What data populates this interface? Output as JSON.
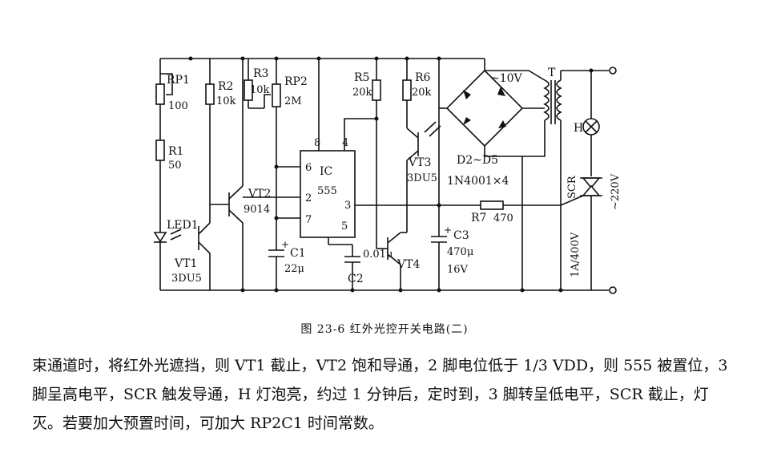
{
  "figure": {
    "caption": "图 23-6  红外光控开关电路(二)",
    "labels": {
      "rp1": "RP1",
      "rp1_val": "100",
      "r1": "R1",
      "r1_val": "50",
      "r2": "R2",
      "r2_val": "10k",
      "r3": "R3",
      "r3_val": "10k",
      "rp2": "RP2",
      "rp2_val": "2M",
      "r5": "R5",
      "r5_val": "20k",
      "r6": "R6",
      "r6_val": "20k",
      "led1": "LED1",
      "vt1": "VT1",
      "vt1_type": "3DU5",
      "vt2": "VT2",
      "vt2_type": "9014",
      "c1": "C1",
      "c1_val": "22μ",
      "ic": "IC",
      "ic_type": "555",
      "pin8": "8",
      "pin4": "4",
      "pin6": "6",
      "pin2": "2",
      "pin7": "7",
      "pin5": "5",
      "pin3": "3",
      "c2": "C2",
      "c2_val": "0.01μ",
      "vt4": "VT4",
      "vt3": "VT3",
      "vt3_type": "3DU5",
      "c3": "C3",
      "c3_val": "470μ",
      "c3_volt": "16V",
      "r7": "R7",
      "r7_val": "470",
      "bridge": "D2~D5",
      "bridge_type": "1N4001×4",
      "ac10": "~10V",
      "t": "T",
      "h": "H",
      "scr": "SCR",
      "scr_rating": "1A/400V",
      "mains": "~220V"
    }
  },
  "text": {
    "line1": "束通道时，将红外光遮挡，则 VT1 截止，VT2 饱和导通，2 脚电位低于 1/3 VDD，则 555 被置位，3",
    "line2": "脚呈高电平，SCR 触发导通，H 灯泡亮，约过 1 分钟后，定时到，3 脚转呈低电平，SCR 截止，灯",
    "line3": "灭。若要加大预置时间，可加大 RP2C1 时间常数。"
  }
}
